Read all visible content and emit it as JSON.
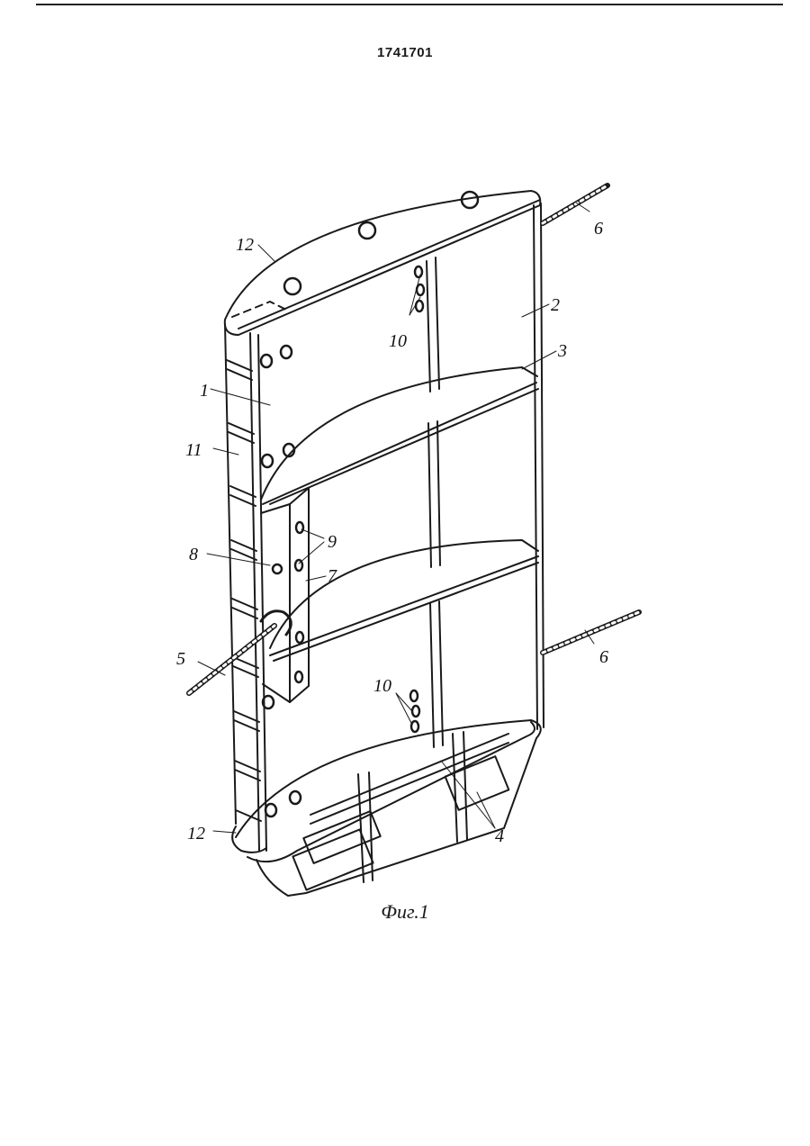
{
  "document": {
    "patent_number": "1741701",
    "figure_caption": "Фиг.1"
  },
  "labels": {
    "l1": "1",
    "l2": "2",
    "l3": "3",
    "l4": "4",
    "l5": "5",
    "l6a": "6",
    "l6b": "6",
    "l7": "7",
    "l8": "8",
    "l9": "9",
    "l10a": "10",
    "l10b": "10",
    "l11": "11",
    "l12a": "12",
    "l12b": "12"
  },
  "colors": {
    "ink": "#1a1a1a",
    "paper": "#ffffff"
  }
}
